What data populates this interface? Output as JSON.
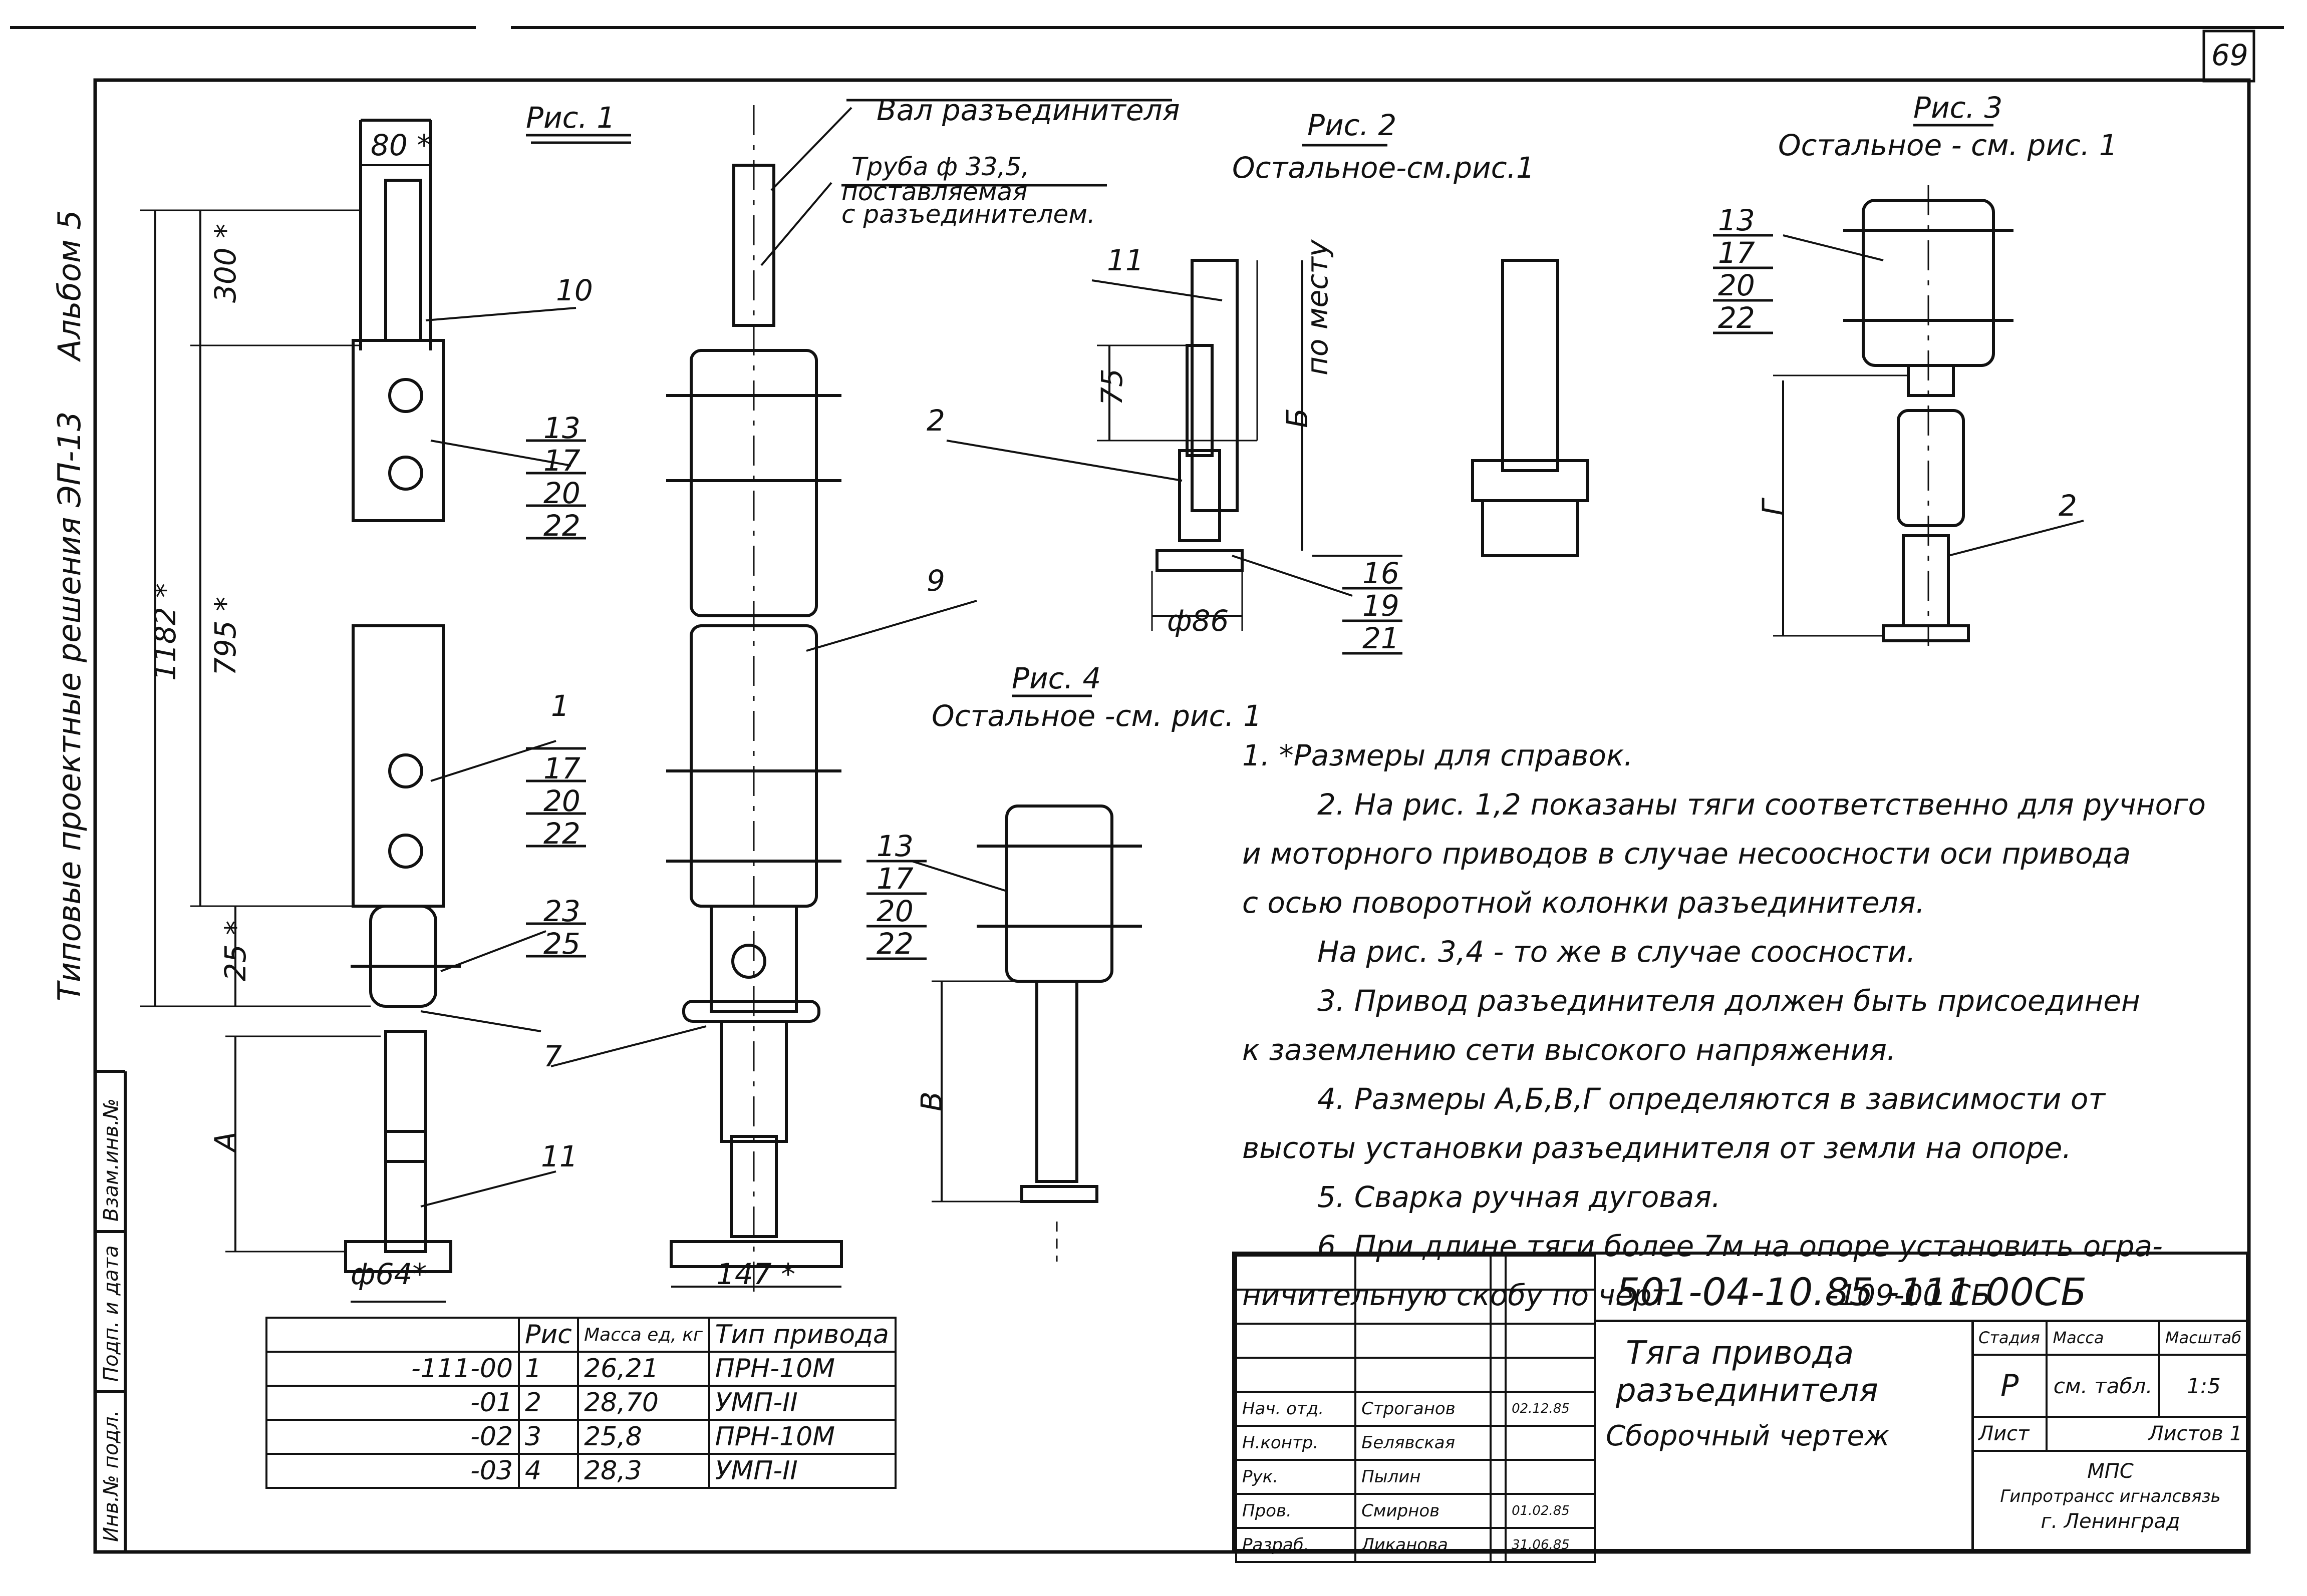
{
  "sheet": {
    "page_number": "69",
    "side_album": "Альбом 5",
    "side_series": "Типовые проектные решения ЭП-13",
    "side_stamp_1": "Инв.№ подл.",
    "side_stamp_2": "Подп. и дата",
    "side_stamp_3": "Взам.инв.№"
  },
  "figures": {
    "fig1": {
      "title": "Рис. 1"
    },
    "fig2": {
      "title": "Рис. 2",
      "subtitle": "Остальное-см.рис.1"
    },
    "fig3": {
      "title": "Рис. 3",
      "subtitle": "Остальное - см. рис. 1"
    },
    "fig4": {
      "title": "Рис. 4",
      "subtitle": "Остальное -см. рис. 1"
    }
  },
  "callouts": {
    "shaft": "Вал разъединителя",
    "pipe_1": "Труба ф 33,5,",
    "pipe_2": "поставляемая",
    "pipe_3": "с разъединителем.",
    "place": "по месту"
  },
  "dimensions": {
    "d80": "80 *",
    "d300": "300 *",
    "d1182": "1182 *",
    "d795": "795 *",
    "d25": "25 *",
    "dA": "А",
    "d64": "ф64*",
    "d147": "147 *",
    "d75": "75",
    "dB6": "Б",
    "d86": "ф86",
    "dG": "Г",
    "dV": "В"
  },
  "positions": {
    "p10": "10",
    "p13": "13",
    "p17": "17",
    "p20": "20",
    "p22": "22",
    "p1": "1",
    "p23": "23",
    "p25": "25",
    "p7": "7",
    "p11": "11",
    "p9": "9",
    "p2": "2",
    "p16": "16",
    "p19": "19",
    "p21": "21"
  },
  "notes": [
    "1. *Размеры для справок.",
    "2. На рис. 1,2 показаны тяги соответственно для ручного",
    "и моторного приводов в случае несоосности оси привода",
    "с осью поворотной колонки разъединителя.",
    "На рис. 3,4 - то же в случае соосности.",
    "3. Привод разъединителя должен быть присоединен",
    "к заземлению сети высокого напряжения.",
    "4. Размеры А,Б,В,Г определяются в зависимости от",
    "высоты установки разъединителя от земли на опоре.",
    "5. Сварка ручная дуговая.",
    "6. При длине тяги более 7м на опоре установить огра-",
    "ничительную скобу по черт.",
    "-109-00 СБ"
  ],
  "variants_table": {
    "headers": [
      "",
      "Рис",
      "Масса ед, кг",
      "Тип привода"
    ],
    "rows": [
      [
        "-111-00",
        "1",
        "26,21",
        "ПРН-10М"
      ],
      [
        "-01",
        "2",
        "28,70",
        "УМП-II"
      ],
      [
        "-02",
        "3",
        "25,8",
        "ПРН-10М"
      ],
      [
        "-03",
        "4",
        "28,3",
        "УМП-II"
      ]
    ]
  },
  "title_block": {
    "doc_code": "501-04-10.85 -111-00СБ",
    "name_1": "Тяга привода",
    "name_2": "разъединителя",
    "name_3": "Сборочный чертеж",
    "stage_label": "Стадия",
    "mass_label": "Масса",
    "scale_label": "Масштаб",
    "stage": "Р",
    "mass": "см. табл.",
    "scale": "1:5",
    "sheet_label": "Лист",
    "sheets_label": "Листов 1",
    "org_1": "МПС",
    "org_2": "Гипротрансс игналсвязь",
    "org_3": "г. Ленинград",
    "people": [
      {
        "role": "Нач. отд.",
        "name": "Строганов",
        "date": "02.12.85"
      },
      {
        "role": "Н.контр.",
        "name": "Белявская",
        "date": ""
      },
      {
        "role": "Рук.",
        "name": "Пылин",
        "date": ""
      },
      {
        "role": "Пров.",
        "name": "Смирнов",
        "date": "01.02.85"
      },
      {
        "role": "Разраб.",
        "name": "Ликанова",
        "date": "31.06.85"
      }
    ]
  }
}
